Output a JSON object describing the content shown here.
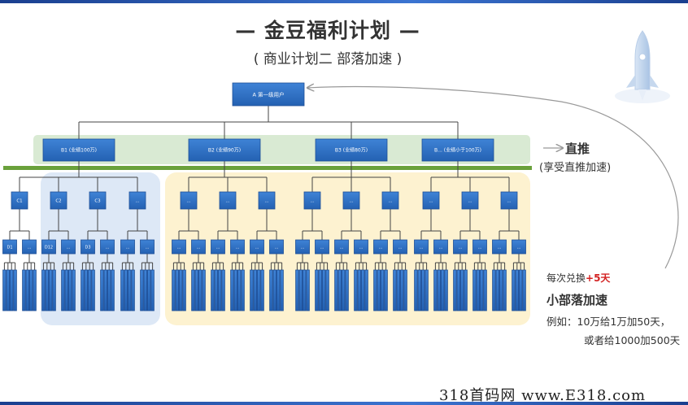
{
  "title": "— 金豆福利计划 —",
  "subtitle": "( 商业计划二   部落加速 )",
  "nodes": {
    "root": "A 第一级用户",
    "level1": [
      "B1 (业绩100万)",
      "B2 (业绩90万)",
      "B3 (业绩80万)",
      "B... (业绩小于100万)"
    ],
    "c_labels": [
      "C1",
      "C2",
      "C3",
      "..."
    ],
    "d_labels": [
      "D1",
      "...",
      "D12",
      "...",
      "D3",
      "...",
      "...",
      "..."
    ],
    "ellipsis": "..."
  },
  "side_text": {
    "direct": "直推",
    "direct_note": "(享受直推加速)",
    "exchange_prefix": "每次兑换",
    "exchange_bonus": "+5天",
    "tribe": "小部落加速",
    "example_line1": "例如：10万给1万加50天，",
    "example_line2": "或者给1000加500天"
  },
  "watermark": "318首码网 www.E318.com",
  "colors": {
    "node_blue": "#2f6fc4",
    "node_border": "#1f4f96",
    "line": "#444444",
    "green_band": "#d9ead3",
    "green_bar": "#6aa13b",
    "blue_zone": "#dde8f6",
    "yellow_zone": "#fdf2d0",
    "accent_red": "#d32222"
  },
  "icons": [
    "rocket-icon",
    "return-arrow-icon"
  ]
}
